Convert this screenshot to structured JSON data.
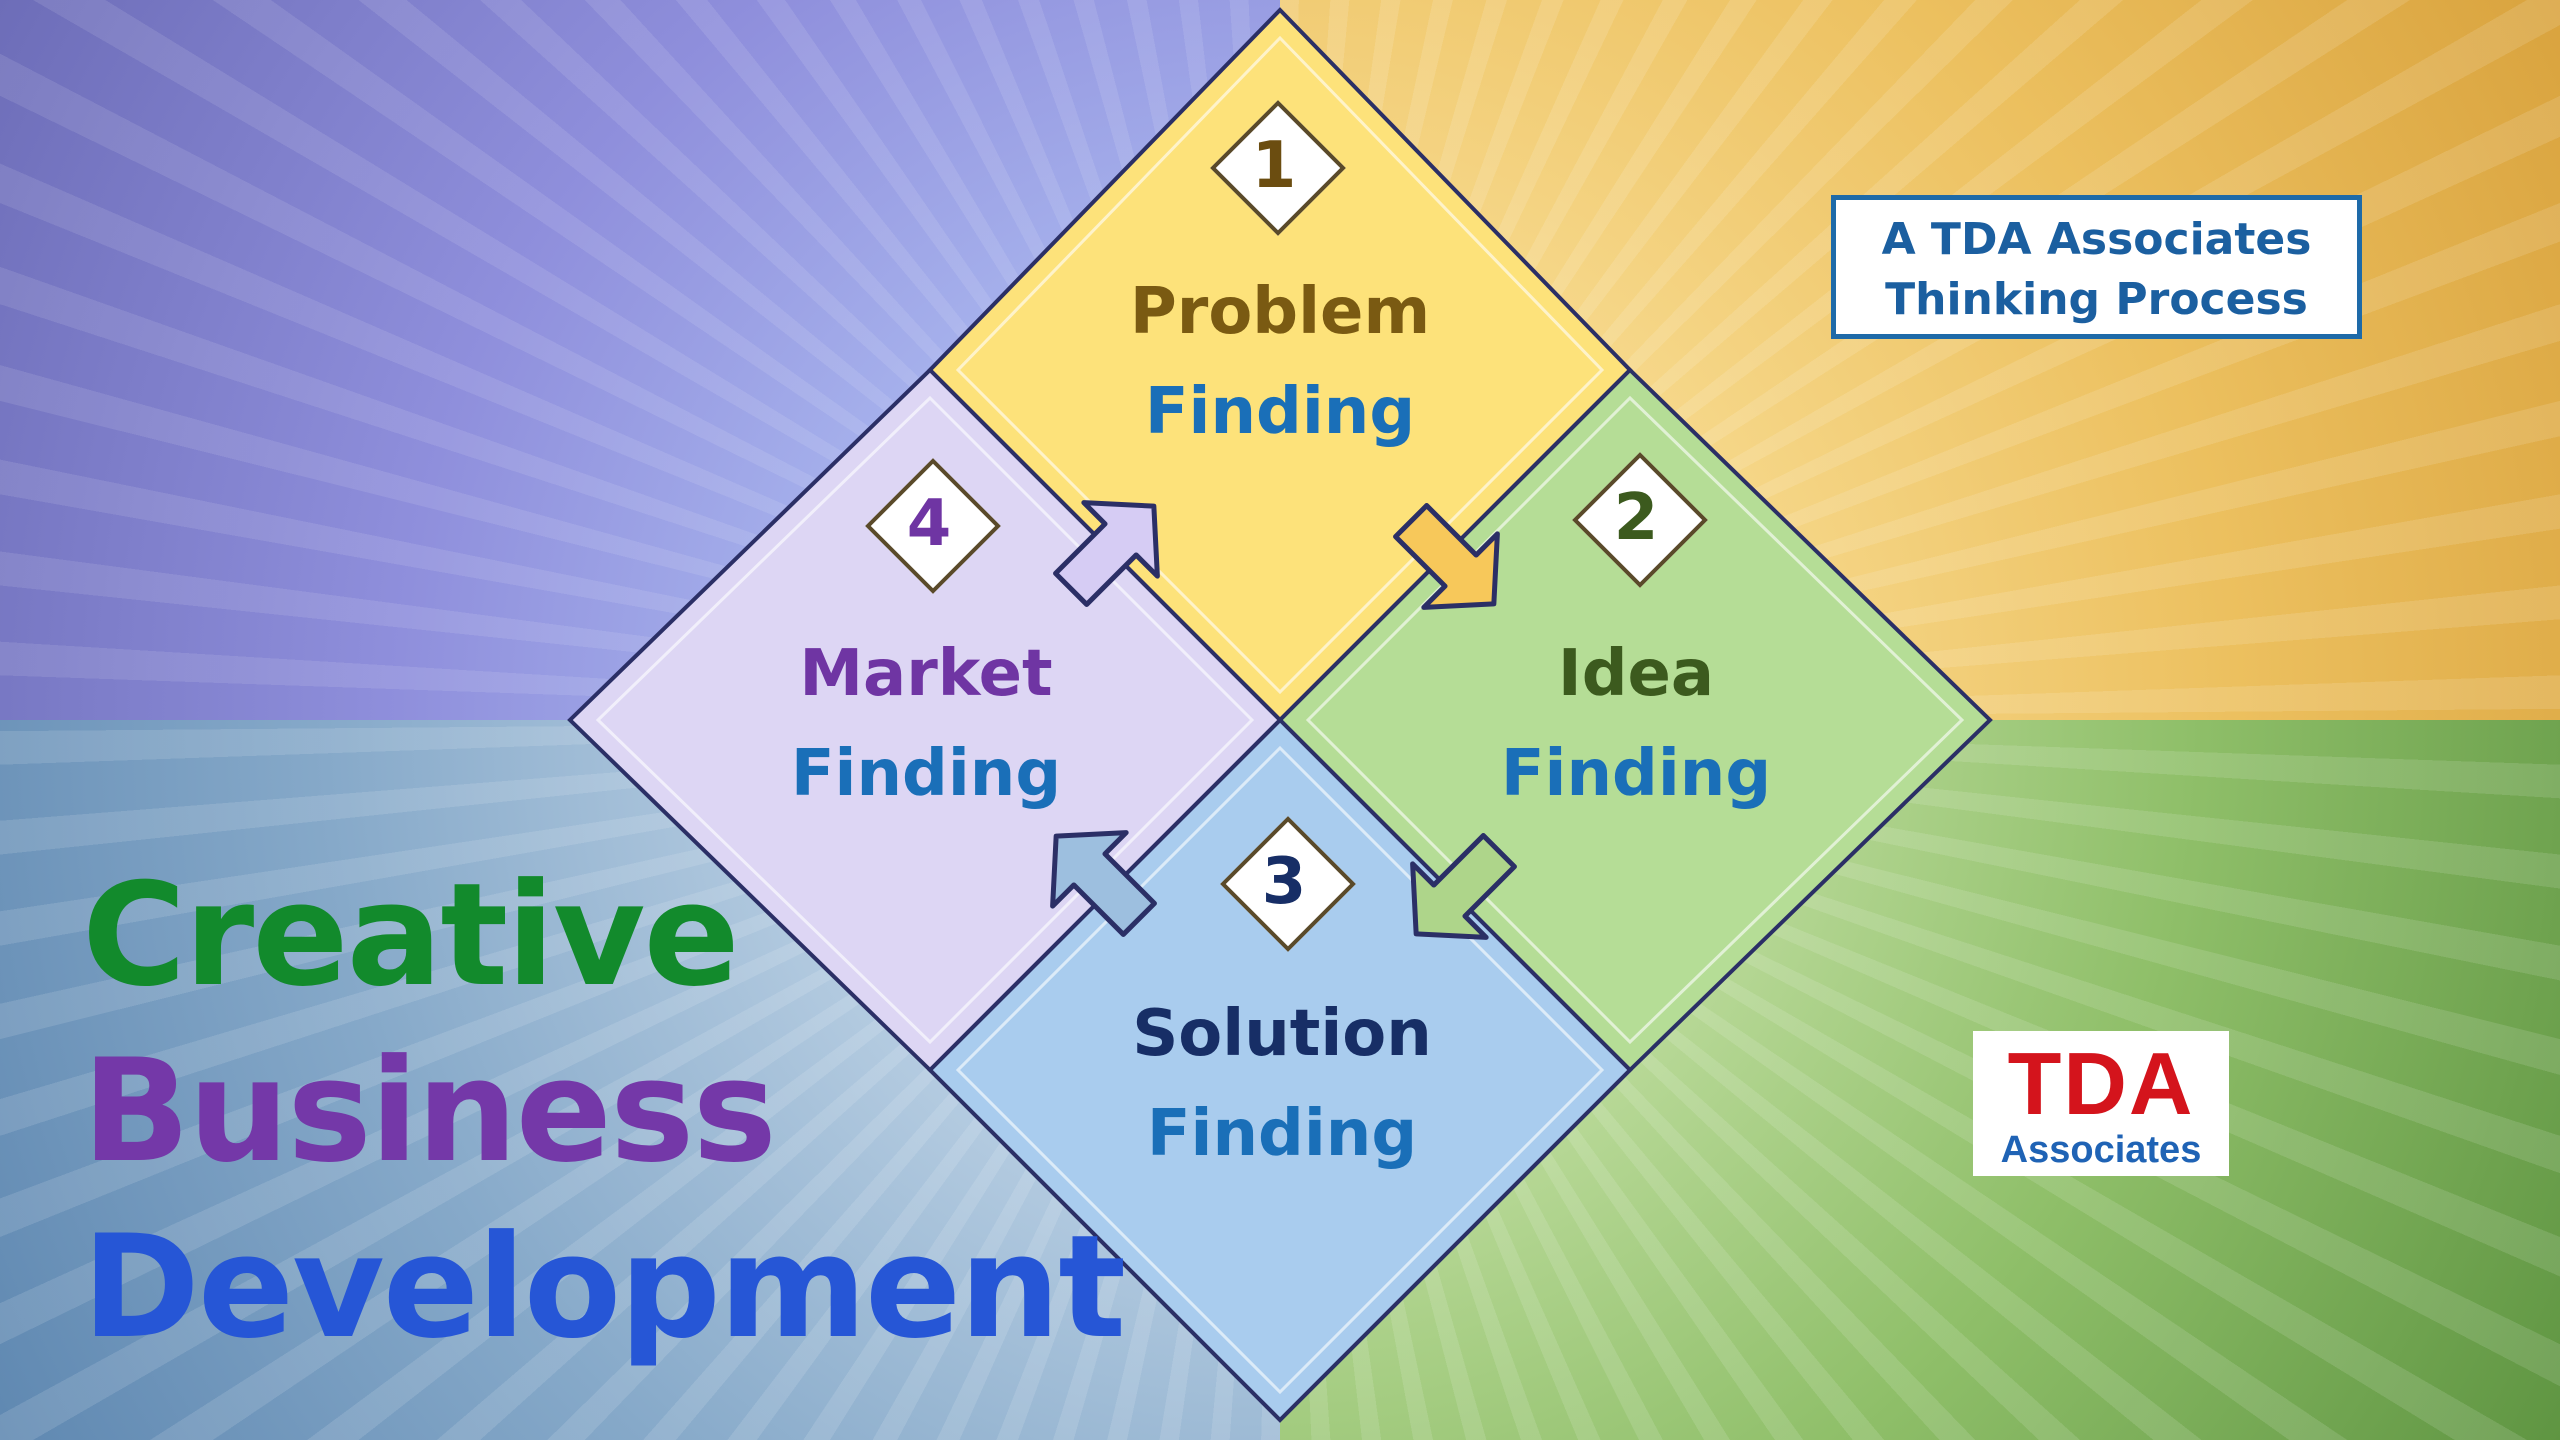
{
  "background": {
    "colors": {
      "top_left": "#8f8fdc",
      "top_right": "#ecc05f",
      "bottom_left": "#86a9c9",
      "bottom_right": "#8fbf69"
    }
  },
  "process_box": {
    "line1": "A TDA Associates",
    "line2": "Thinking Process",
    "color": "#1b5fa0"
  },
  "logo": {
    "main": "TDA",
    "sub": "Associates",
    "main_color": "#d4141c",
    "sub_color": "#1f63b5"
  },
  "headline": {
    "line1": "Creative",
    "line2": "Business",
    "line3": "Development",
    "colors": [
      "#128a2c",
      "#7438a8",
      "#2656d6"
    ]
  },
  "steps": [
    {
      "number": "1",
      "label1": "Problem",
      "label2": "Finding",
      "fill": "#fde27a",
      "text_color": "#7a5a12",
      "number_color": "#6b4d10",
      "arrow_fill": "#f7c85a"
    },
    {
      "number": "2",
      "label1": "Idea",
      "label2": "Finding",
      "fill": "#b5dd96",
      "text_color": "#3c5a1e",
      "number_color": "#3c5a1e",
      "arrow_fill": "#aed58a"
    },
    {
      "number": "3",
      "label1": "Solution",
      "label2": "Finding",
      "fill": "#a9ccee",
      "text_color": "#172e66",
      "number_color": "#172e66",
      "arrow_fill": "#9dbfdf"
    },
    {
      "number": "4",
      "label1": "Market",
      "label2": "Finding",
      "fill": "#ddd6f4",
      "text_color": "#6f35a3",
      "number_color": "#6f35a3",
      "arrow_fill": "#d6ccf4"
    }
  ],
  "finding_color": "#1a6fb8",
  "outline_color": "#2b2f66"
}
